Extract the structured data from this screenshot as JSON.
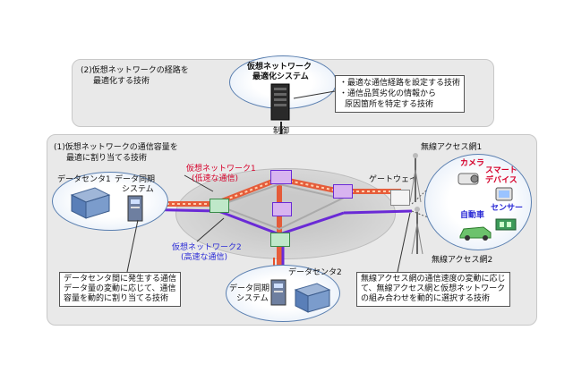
{
  "top_panel": {
    "title_line1": "(2)仮想ネットワークの経路を",
    "title_line2": "最適化する技術",
    "system_line1": "仮想ネットワーク",
    "system_line2": "最適化システム",
    "callout_line1": "・最適な通信経路を設定する技術",
    "callout_line2": "・通信品質劣化の情報から",
    "callout_line3": "原因箇所を特定する技術",
    "control_label": "制御"
  },
  "bottom_panel": {
    "title_line1": "(1)仮想ネットワークの通信容量を",
    "title_line2": "最適に割り当てる技術",
    "dc1_label": "データセンタ1",
    "dc1_sync_line1": "データ同期",
    "dc1_sync_line2": "システム",
    "vn1_line1": "仮想ネットワーク1",
    "vn1_line2": "(低速な通信)",
    "vn2_line1": "仮想ネットワーク2",
    "vn2_line2": "(高速な通信)",
    "dc2_label": "データセンタ2",
    "dc2_sync_line1": "データ同期",
    "dc2_sync_line2": "システム",
    "gateway_label": "ゲートウェイ",
    "wireless1_label": "無線アクセス網1",
    "wireless2_label": "無線アクセス網2",
    "camera_label": "カメラ",
    "smart_line1": "スマート",
    "smart_line2": "デバイス",
    "car_label": "自動車",
    "sensor_label": "センサー",
    "left_callout_line1": "データセンタ間に発生する通信",
    "left_callout_line2": "データ量の変動に応じて、通信",
    "left_callout_line3": "容量を動的に割り当てる技術",
    "right_callout_line1": "無線アクセス網の通信速度の変動に応じ",
    "right_callout_line2": "て、無線アクセス網と仮想ネットワーク",
    "right_callout_line3": "の組み合わせを動的に選択する技術"
  },
  "colors": {
    "network1": "#e8502a",
    "network2": "#6a2ad6",
    "panel": "#e9e9e9"
  }
}
